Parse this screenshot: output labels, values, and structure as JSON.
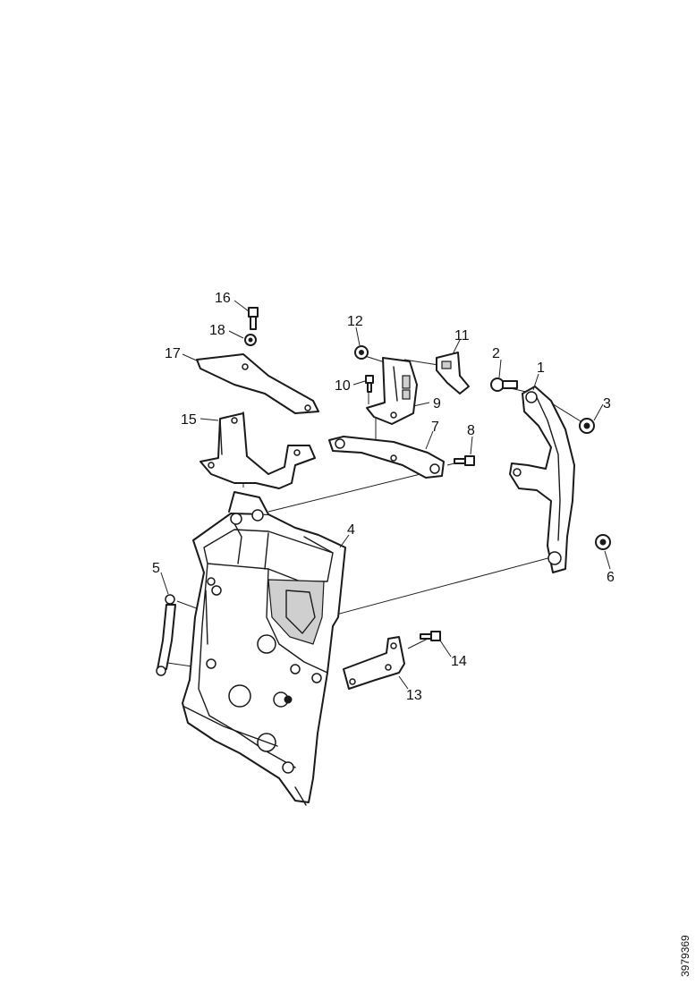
{
  "diagram": {
    "callouts": [
      {
        "id": "c1",
        "label": "1"
      },
      {
        "id": "c2",
        "label": "2"
      },
      {
        "id": "c3",
        "label": "3"
      },
      {
        "id": "c4",
        "label": "4"
      },
      {
        "id": "c5",
        "label": "5"
      },
      {
        "id": "c6",
        "label": "6"
      },
      {
        "id": "c7",
        "label": "7"
      },
      {
        "id": "c8",
        "label": "8"
      },
      {
        "id": "c9",
        "label": "9"
      },
      {
        "id": "c10",
        "label": "10"
      },
      {
        "id": "c11",
        "label": "11"
      },
      {
        "id": "c12",
        "label": "12"
      },
      {
        "id": "c13",
        "label": "13"
      },
      {
        "id": "c14",
        "label": "14"
      },
      {
        "id": "c15",
        "label": "15"
      },
      {
        "id": "c16",
        "label": "16"
      },
      {
        "id": "c17",
        "label": "17"
      },
      {
        "id": "c18",
        "label": "18"
      }
    ],
    "reference_code": "3979369"
  }
}
